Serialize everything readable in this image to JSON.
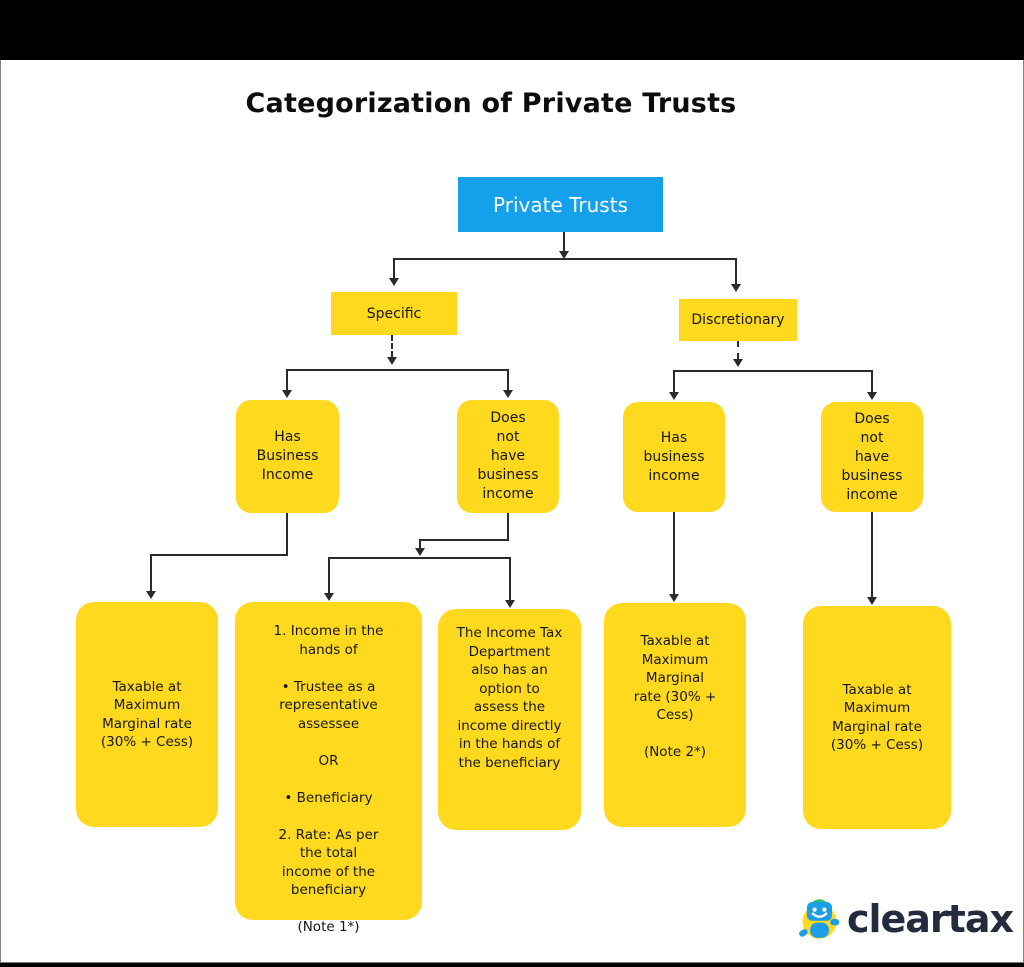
{
  "title": "Categorization of Private Trusts",
  "colors": {
    "accent_blue": "#14A0EA",
    "node_yellow": "#FFD91D",
    "connector": "#2b2b2b",
    "logo_navy": "#242B3E"
  },
  "nodes": {
    "root": "Private Trusts",
    "specific": "Specific",
    "discretionary": "Discretionary",
    "spec_has_bi": "Has\nBusiness\nIncome",
    "spec_no_bi": "Does\nnot\nhave\nbusiness\nincome",
    "disc_has_bi": "Has\nbusiness\nincome",
    "disc_no_bi": "Does\nnot\nhave\nbusiness\nincome",
    "leaf_taxable_left": "Taxable at\nMaximum\nMarginal rate\n(30% + Cess)",
    "leaf_income_hands": "1. Income in the\nhands of\n\n•   Trustee as a\nrepresentative\nassessee\n\nOR\n\n•   Beneficiary\n\n2. Rate: As per\nthe total\nincome of the\nbeneficiary\n\n(Note 1*)",
    "leaf_itd_option": "The Income Tax\nDepartment\nalso has an\noption to\nassess the\nincome directly\nin the hands of\nthe beneficiary",
    "leaf_taxable_note2": "Taxable at\nMaximum\nMarginal\nrate (30% +\nCess)\n\n(Note 2*)",
    "leaf_taxable_right": "Taxable at\nMaximum\nMarginal rate\n(30% + Cess)"
  },
  "logo": {
    "brand": "cleartax"
  }
}
